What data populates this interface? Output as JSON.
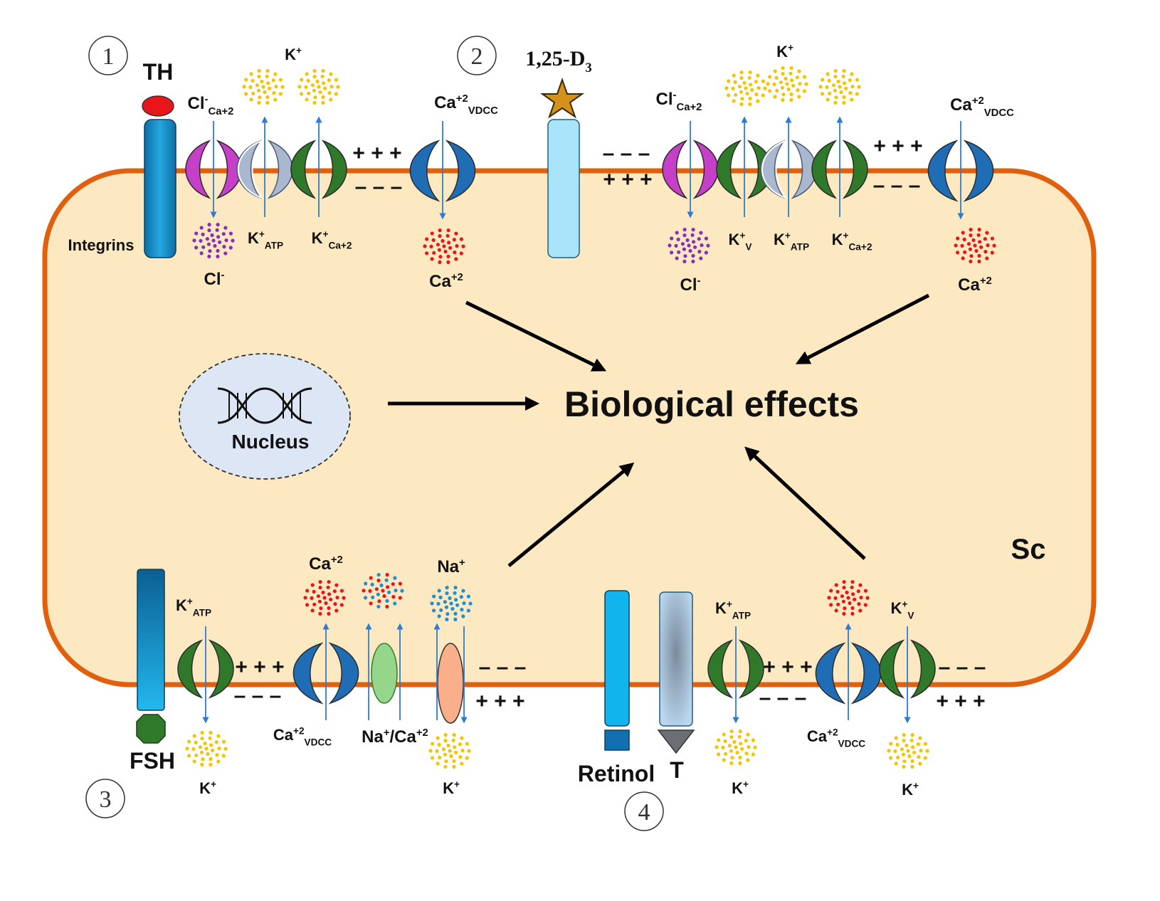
{
  "colors": {
    "membrane": "#e0600e",
    "cytoplasm": "#fde9c1",
    "nucleus": "#dde6f4",
    "potassium": "#f5c400",
    "chloride": "#8a2eb5",
    "calcium": "#e8151b",
    "sodium": "#1e8fcf",
    "flux_arrow": "#2e7bd6",
    "channel_vdcc": "#1f6db5",
    "channel_kca": "#2f7a2a",
    "channel_cl": "#c53fc9",
    "channel_katp": "#a9b8cf"
  },
  "icons": [
    "dna-icon",
    "star-icon"
  ],
  "cell": {
    "label": "Sc"
  },
  "nucleus": {
    "label": "Nucleus"
  },
  "center": {
    "label": "Biological effects"
  },
  "pathways": [
    {
      "number": "1",
      "ligand": "TH",
      "receptor": "Integrins",
      "ions": {
        "chloride_channel": {
          "pre": "Cl",
          "sup": "-",
          "sub": "Ca+2"
        },
        "k_atp": {
          "pre": "K",
          "sup": "+",
          "sub": "ATP"
        },
        "k_ca": {
          "pre": "K",
          "sup": "+",
          "sub": "Ca+2"
        },
        "ca_vdcc": {
          "pre": "Ca",
          "sup": "+2",
          "sub": "VDCC"
        },
        "k_out": {
          "pre": "K",
          "sup": "+"
        },
        "cl_in": {
          "pre": "Cl",
          "sup": "-"
        },
        "ca_in": {
          "pre": "Ca",
          "sup": "+2"
        }
      }
    },
    {
      "number": "2",
      "ligand": {
        "pre": "1,25-D",
        "sub": "3"
      },
      "ions": {
        "chloride_channel": {
          "pre": "Cl",
          "sup": "-",
          "sub": "Ca+2"
        },
        "k_out": {
          "pre": "K",
          "sup": "+"
        },
        "ca_vdcc": {
          "pre": "Ca",
          "sup": "+2",
          "sub": "VDCC"
        },
        "k_v": {
          "pre": "K",
          "sup": "+",
          "sub": "V"
        },
        "k_atp": {
          "pre": "K",
          "sup": "+",
          "sub": "ATP"
        },
        "k_ca": {
          "pre": "K",
          "sup": "+",
          "sub": "Ca+2"
        },
        "cl_in": {
          "pre": "Cl",
          "sup": "-"
        },
        "ca_in": {
          "pre": "Ca",
          "sup": "+2"
        }
      }
    },
    {
      "number": "3",
      "ligand": "FSH",
      "ions": {
        "k_atp": {
          "pre": "K",
          "sup": "+",
          "sub": "ATP"
        },
        "ca_top": {
          "pre": "Ca",
          "sup": "+2"
        },
        "na_top": {
          "pre": "Na",
          "sup": "+"
        },
        "ca_vdcc": {
          "pre": "Ca",
          "sup": "+2",
          "sub": "VDCC"
        },
        "exchanger": {
          "pre": "Na",
          "sup": "+",
          "mid": "/Ca",
          "sup2": "+2"
        },
        "k_left": {
          "pre": "K",
          "sup": "+"
        },
        "k_right": {
          "pre": "K",
          "sup": "+"
        }
      }
    },
    {
      "number": "4",
      "ligand_retinol": "Retinol",
      "ligand_t": "T",
      "ions": {
        "k_atp": {
          "pre": "K",
          "sup": "+",
          "sub": "ATP"
        },
        "k_v": {
          "pre": "K",
          "sup": "+",
          "sub": "V"
        },
        "ca_vdcc": {
          "pre": "Ca",
          "sup": "+2",
          "sub": "VDCC"
        },
        "k_left": {
          "pre": "K",
          "sup": "+"
        },
        "k_right": {
          "pre": "K",
          "sup": "+"
        }
      }
    }
  ],
  "charges": {
    "plus": "+ + +",
    "minus": "– – –"
  }
}
